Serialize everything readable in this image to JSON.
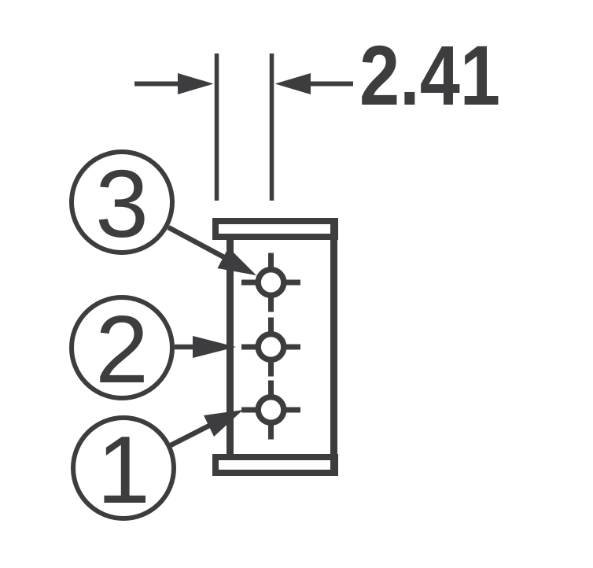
{
  "colors": {
    "ink": "#3d3d3f",
    "background": "#ffffff"
  },
  "dimension": {
    "value": "2.41"
  },
  "pins": [
    {
      "label": "3"
    },
    {
      "label": "2"
    },
    {
      "label": "1"
    }
  ]
}
